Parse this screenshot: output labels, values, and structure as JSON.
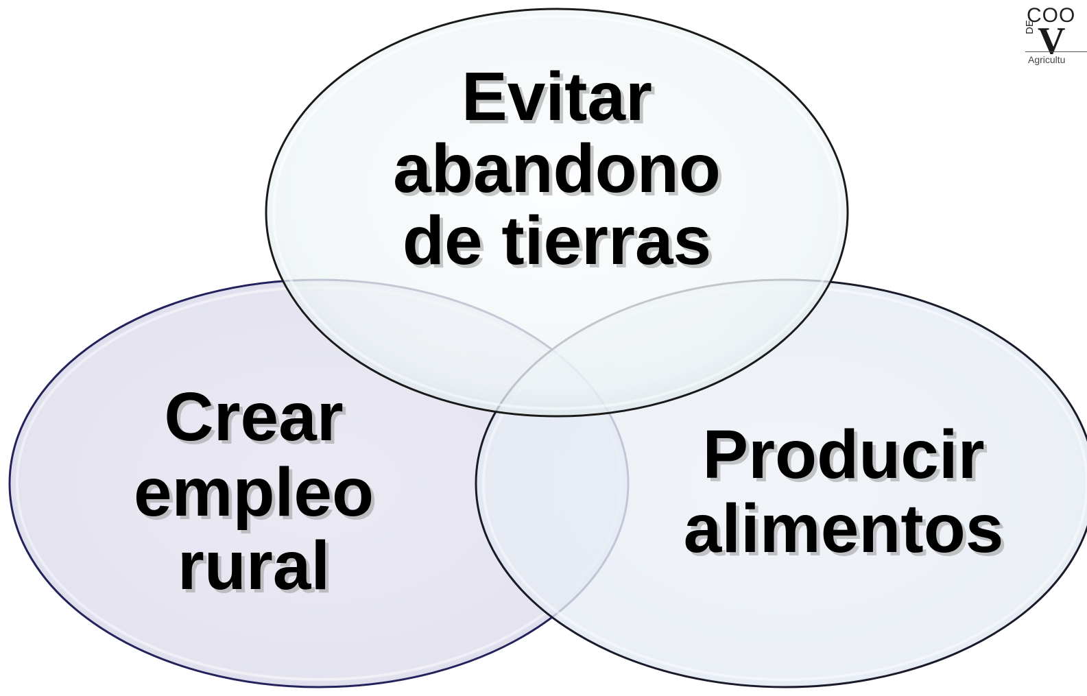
{
  "diagram": {
    "type": "venn",
    "circles": [
      {
        "id": "top",
        "lines": [
          "Evitar",
          "abandono",
          "de tierras"
        ],
        "fill": "#f1f6f8",
        "stroke": "#1a1a1a"
      },
      {
        "id": "left",
        "lines": [
          "Crear",
          "empleo",
          "rural"
        ],
        "fill": "#e4e3ef",
        "stroke": "#2a2860"
      },
      {
        "id": "right",
        "lines": [
          "Producir",
          "alimentos"
        ],
        "fill": "#e8eef5",
        "stroke": "#1a1a1a"
      }
    ]
  },
  "logo": {
    "top_text": "COO",
    "side_text": "DE",
    "big_text": "V",
    "bottom_text": "Agricultu"
  }
}
